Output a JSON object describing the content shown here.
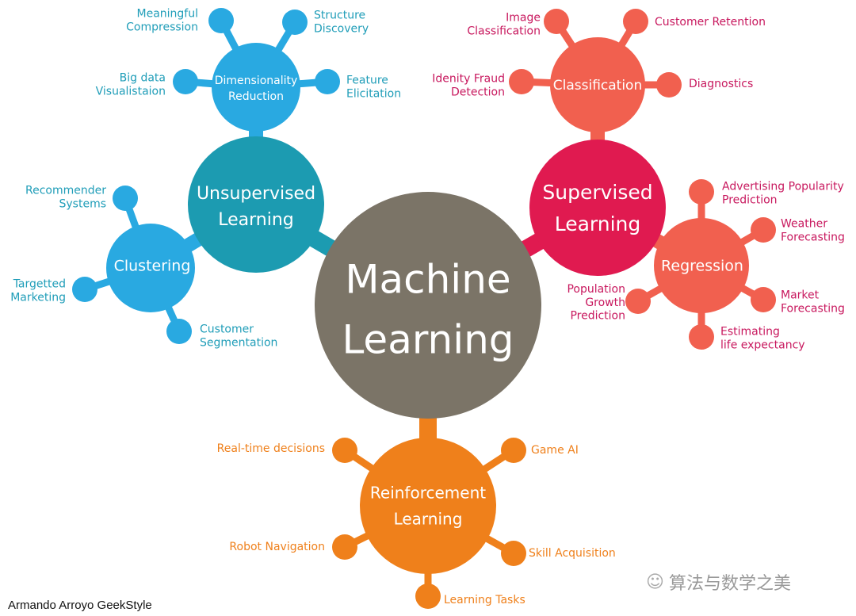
{
  "title": "Machine Learning",
  "colors": {
    "main": "#7b7467",
    "unsupervised": "#1c9bb1",
    "unsup_sub": "#29a9e1",
    "unsup_text": "#1f9db8",
    "supervised": "#e01a50",
    "sup_sub": "#f1604f",
    "sup_text": "#c8185e",
    "reinforcement": "#ef801b",
    "reinf_text": "#ef801b"
  },
  "main": {
    "line1": "Machine",
    "line2": "Learning"
  },
  "unsupervised": {
    "label": [
      "Unsupervised",
      "Learning"
    ],
    "dimensionality": {
      "label": [
        "Dimensionality",
        "Reduction"
      ],
      "leaves": [
        [
          "Meaningful",
          "Compression"
        ],
        [
          "Structure",
          "Discovery"
        ],
        [
          "Big data",
          "Visualistaion"
        ],
        [
          "Feature",
          "Elicitation"
        ]
      ]
    },
    "clustering": {
      "label": [
        "Clustering"
      ],
      "leaves": [
        [
          "Recommender",
          "Systems"
        ],
        [
          "Targetted",
          "Marketing"
        ],
        [
          "Customer",
          "Segmentation"
        ]
      ]
    }
  },
  "supervised": {
    "label": [
      "Supervised",
      "Learning"
    ],
    "classification": {
      "label": [
        "Classification"
      ],
      "leaves": [
        [
          "Image",
          "Classification"
        ],
        [
          "Customer Retention"
        ],
        [
          "Idenity Fraud",
          "Detection"
        ],
        [
          "Diagnostics"
        ]
      ]
    },
    "regression": {
      "label": [
        "Regression"
      ],
      "leaves": [
        [
          "Advertising Popularity",
          "Prediction"
        ],
        [
          "Weather",
          "Forecasting"
        ],
        [
          "Population",
          "Growth",
          "Prediction"
        ],
        [
          "Market",
          "Forecasting"
        ],
        [
          "Estimating",
          "life expectancy"
        ]
      ]
    }
  },
  "reinforcement": {
    "label": [
      "Reinforcement",
      "Learning"
    ],
    "leaves": [
      [
        "Real-time decisions"
      ],
      [
        "Game AI"
      ],
      [
        "Robot Navigation"
      ],
      [
        "Skill Acquisition"
      ],
      [
        "Learning Tasks"
      ]
    ]
  },
  "credit": "Armando Arroyo GeekStyle",
  "watermark": "算法与数学之美"
}
